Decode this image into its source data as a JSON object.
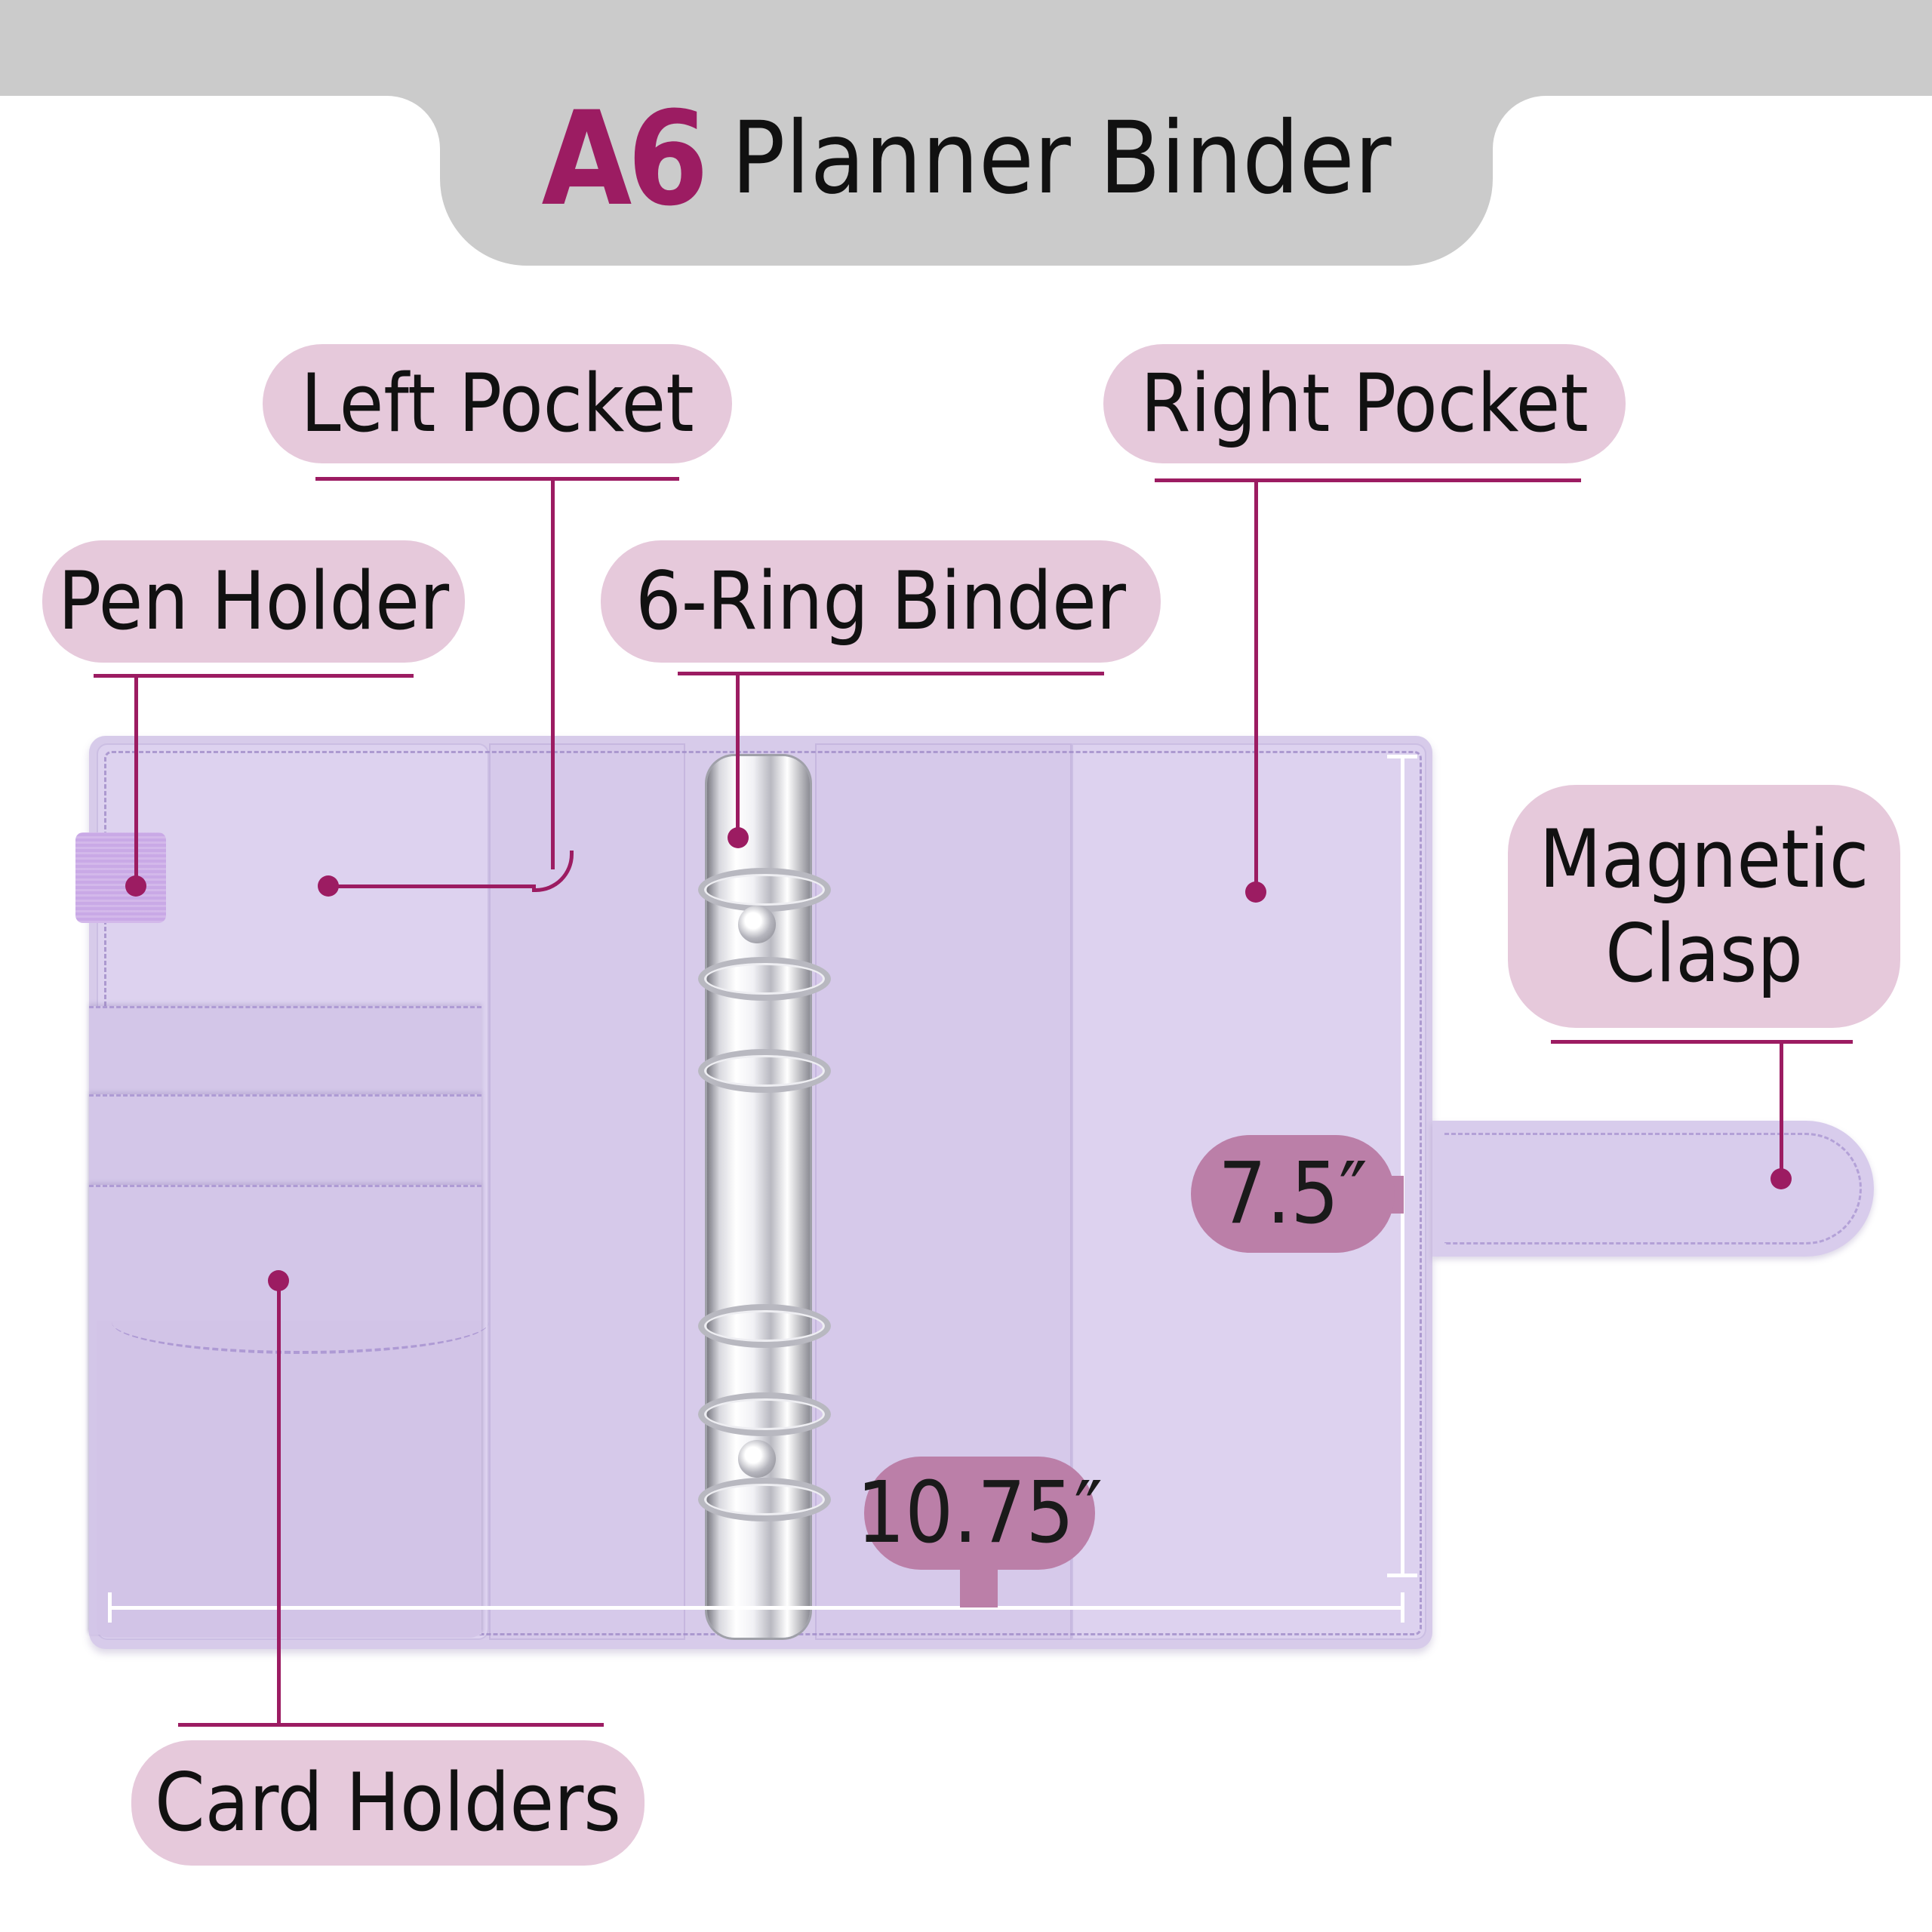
{
  "header": {
    "size_label": "A6",
    "product_label": "Planner Binder"
  },
  "labels": {
    "left_pocket": "Left Pocket",
    "right_pocket": "Right Pocket",
    "pen_holder": "Pen Holder",
    "ring_binder": "6-Ring Binder",
    "magnetic_clasp_line1": "Magnetic",
    "magnetic_clasp_line2": "Clasp",
    "card_holders": "Card Holders"
  },
  "dimensions": {
    "height": "7.5″",
    "width": "10.75″"
  },
  "colors": {
    "accent": "#9c1c62",
    "label_pill": "#e6c9db",
    "dimension_pill": "#bb7fa8",
    "binder_purple": "#d7cbea",
    "header_gray": "#cbcbcb"
  }
}
